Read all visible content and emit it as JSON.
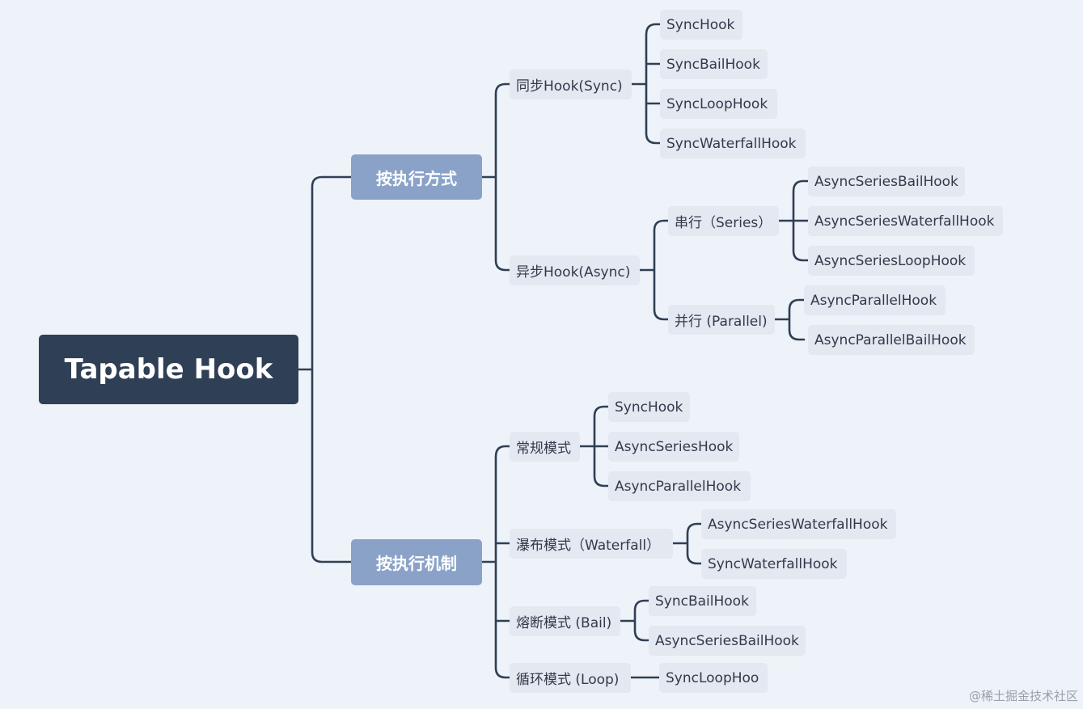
{
  "root": {
    "label": "Tapable Hook"
  },
  "branches": [
    {
      "label": "按执行方式",
      "children": [
        {
          "label": "同步Hook(Sync)",
          "children": [
            "SyncHook",
            "SyncBailHook",
            "SyncLoopHook",
            "SyncWaterfallHook"
          ]
        },
        {
          "label": "异步Hook(Async)",
          "children": [
            {
              "label": "串行（Series）",
              "children": [
                "AsyncSeriesBailHook",
                "AsyncSeriesWaterfallHook",
                "AsyncSeriesLoopHook"
              ]
            },
            {
              "label": "并行 (Parallel)",
              "children": [
                "AsyncParallelHook",
                "AsyncParallelBailHook"
              ]
            }
          ]
        }
      ]
    },
    {
      "label": "按执行机制",
      "children": [
        {
          "label": "常规模式",
          "children": [
            "SyncHook",
            "AsyncSeriesHook",
            "AsyncParallelHook"
          ]
        },
        {
          "label": "瀑布模式（Waterfall）",
          "children": [
            "AsyncSeriesWaterfallHook",
            "SyncWaterfallHook"
          ]
        },
        {
          "label": "熔断模式 (Bail)",
          "children": [
            "SyncBailHook",
            "AsyncSeriesBailHook"
          ]
        },
        {
          "label": "循环模式 (Loop)",
          "children": [
            "SyncLoopHoo"
          ]
        }
      ]
    }
  ],
  "watermark": "@稀土掘金技术社区",
  "colors": {
    "background": "#edf3f8",
    "root": "#2f3f55",
    "branch": "#8aa2c8",
    "node": "#e3e8f1",
    "line": "#2f3f55"
  }
}
